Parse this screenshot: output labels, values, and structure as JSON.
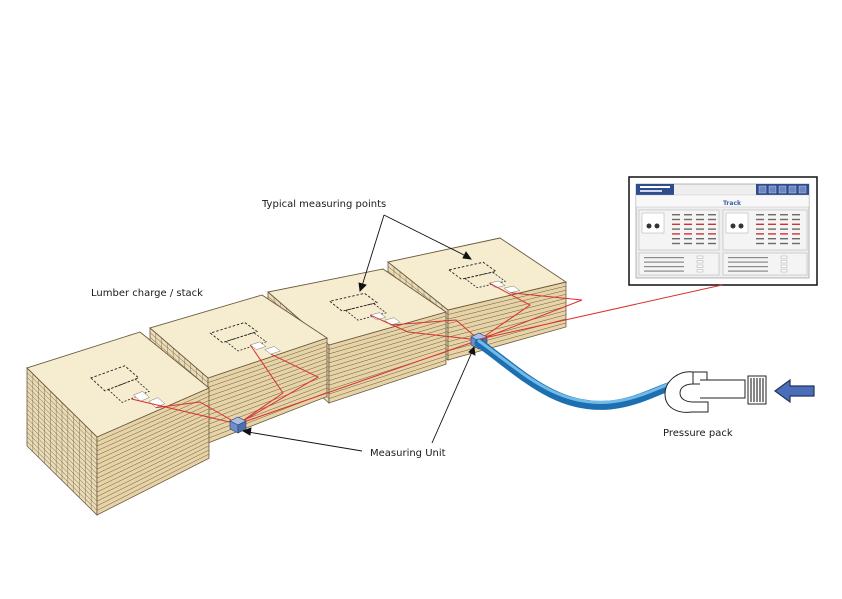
{
  "labels": {
    "measuring_points": "Typical measuring points",
    "lumber_stack": "Lumber charge / stack",
    "measuring_unit": "Measuring Unit",
    "pressure_pack": "Pressure pack"
  },
  "screen": {
    "title": "Track"
  },
  "colors": {
    "wire": "#d9322e",
    "hose": "#2a86c8",
    "top_face": "#f6ecd0",
    "board_side": "#e6d3a8",
    "board_line": "#6b5a3e",
    "unit": "#6d8fc6",
    "arrow": "#3c5fa8"
  },
  "icons": [
    "measuring-unit-icon",
    "fan-icon",
    "filter-icon",
    "airflow-arrow-icon"
  ]
}
